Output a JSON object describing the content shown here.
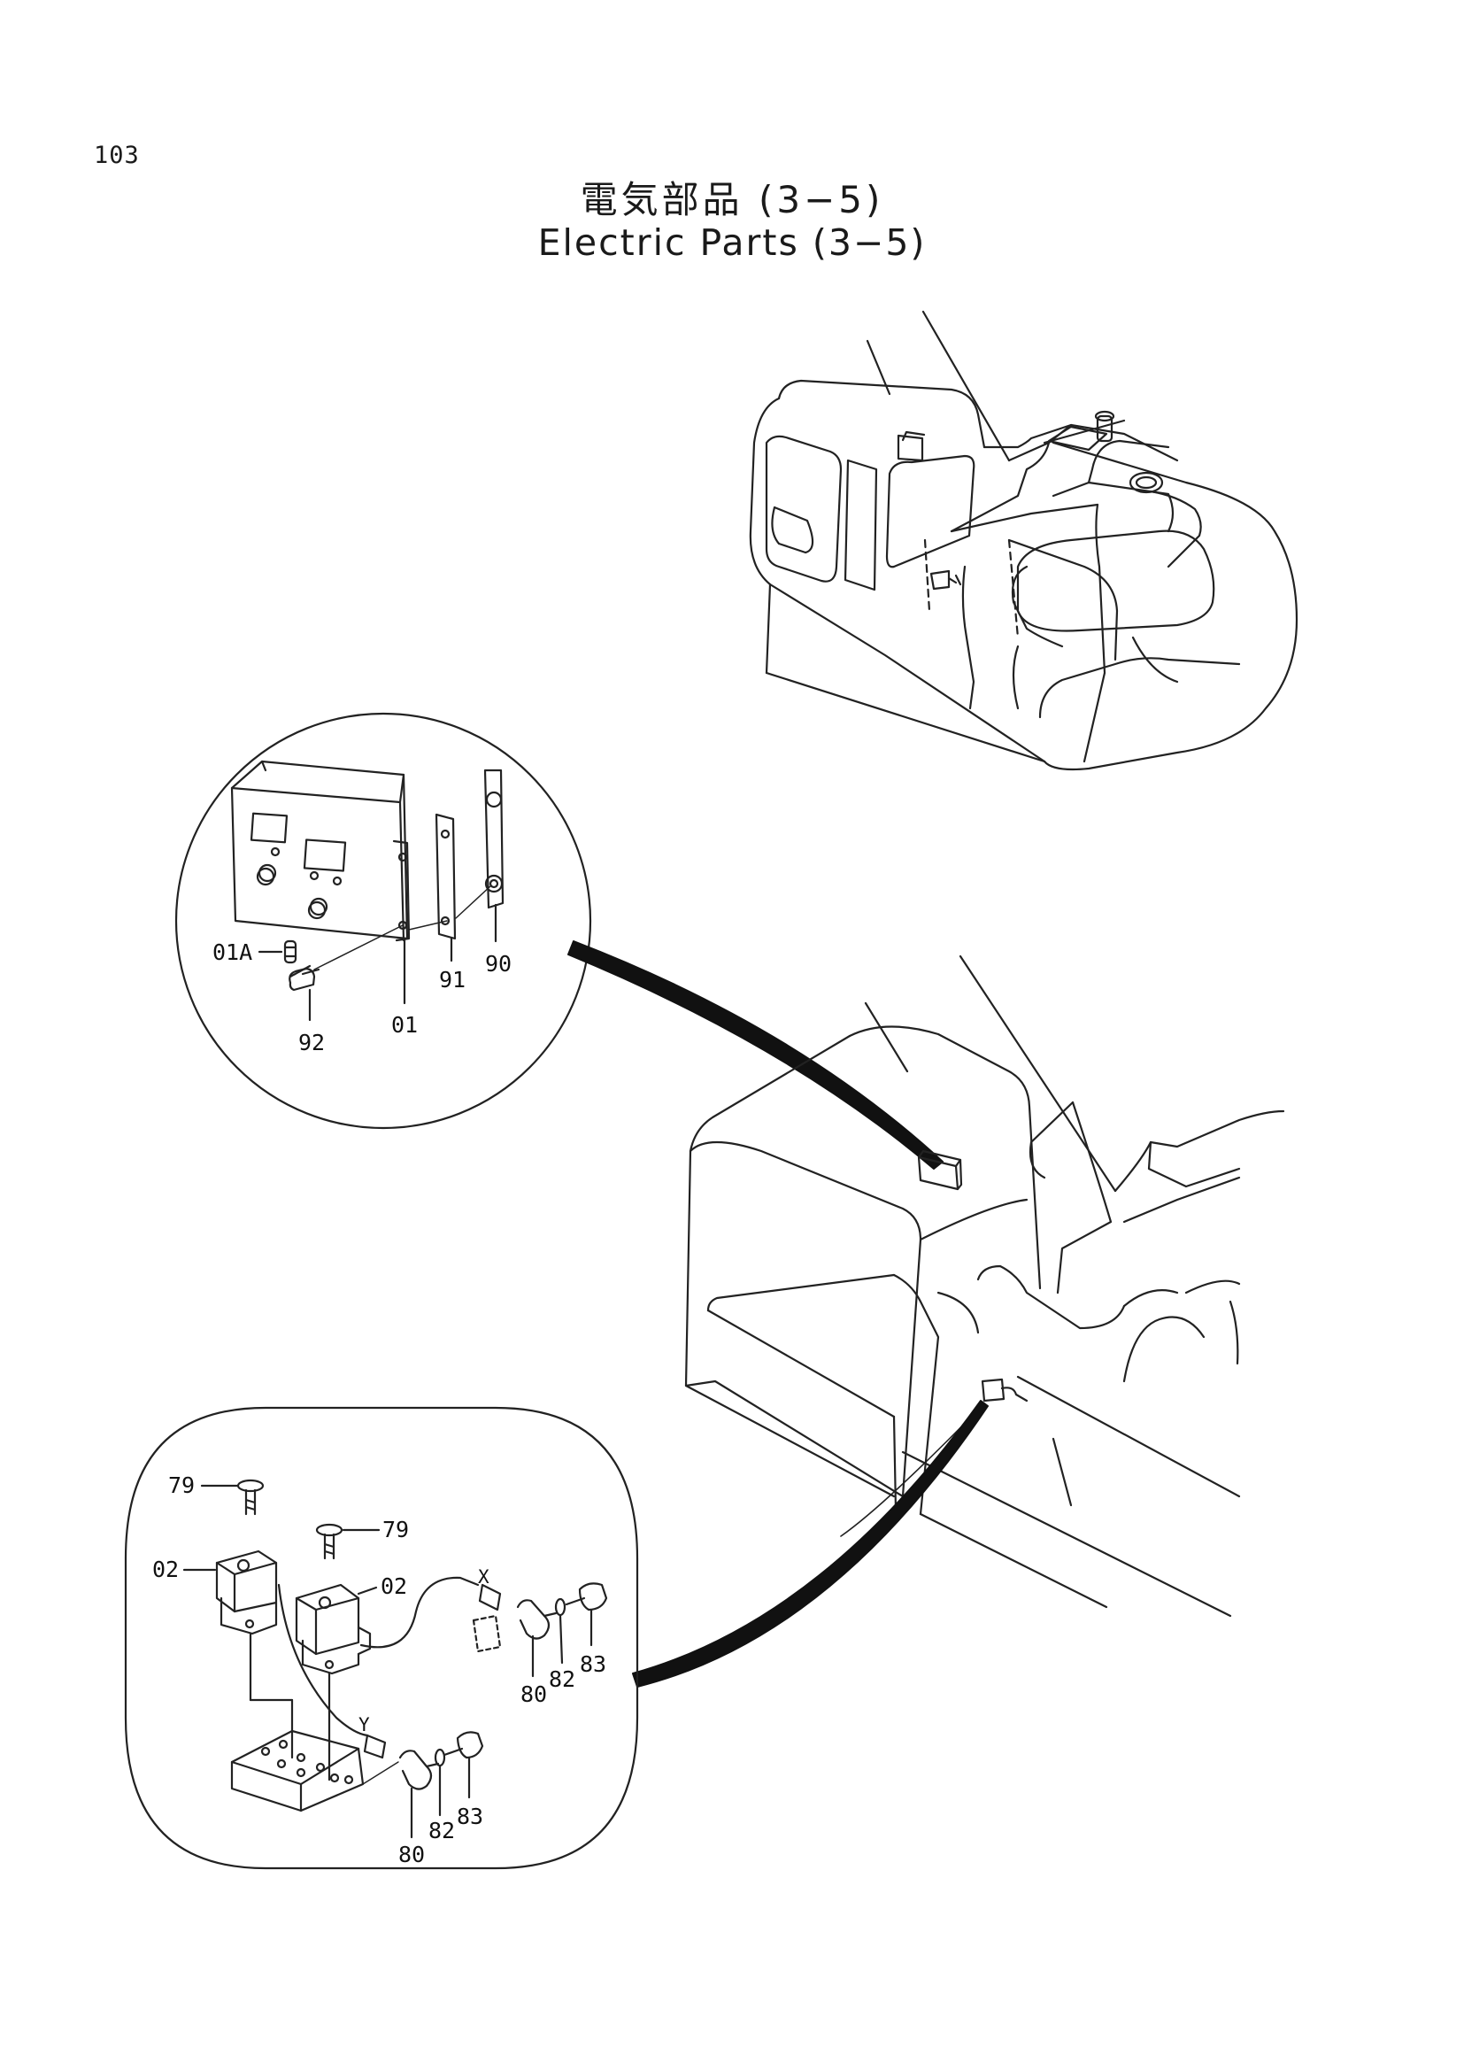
{
  "page_number": "103",
  "title_jp": "電気部品 (3−5)",
  "title_en": "Electric Parts (3−5)",
  "callouts": {
    "p01A": "01A",
    "p92": "92",
    "p01": "01",
    "p91": "91",
    "p90": "90",
    "p79a": "79",
    "p79b": "79",
    "p02a": "02",
    "p02b": "02",
    "x": "X",
    "y": "Y",
    "p80a": "80",
    "p82a": "82",
    "p83a": "83",
    "p80b": "80",
    "p82b": "82",
    "p83b": "83"
  }
}
